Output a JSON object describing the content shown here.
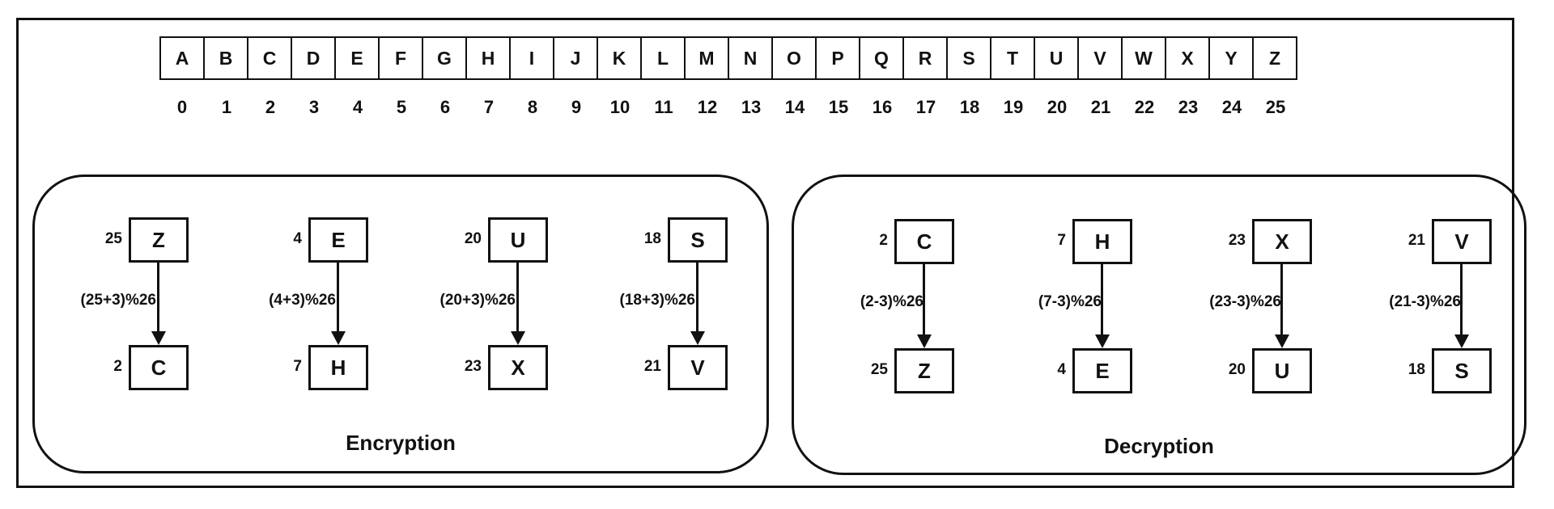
{
  "alphabet": {
    "letters": [
      "A",
      "B",
      "C",
      "D",
      "E",
      "F",
      "G",
      "H",
      "I",
      "J",
      "K",
      "L",
      "M",
      "N",
      "O",
      "P",
      "Q",
      "R",
      "S",
      "T",
      "U",
      "V",
      "W",
      "X",
      "Y",
      "Z"
    ],
    "indices": [
      "0",
      "1",
      "2",
      "3",
      "4",
      "5",
      "6",
      "7",
      "8",
      "9",
      "10",
      "11",
      "12",
      "13",
      "14",
      "15",
      "16",
      "17",
      "18",
      "19",
      "20",
      "21",
      "22",
      "23",
      "24",
      "25"
    ]
  },
  "encryption": {
    "title": "Encryption",
    "steps": [
      {
        "in_num": "25",
        "in_letter": "Z",
        "formula": "(25+3)%26",
        "out_num": "2",
        "out_letter": "C"
      },
      {
        "in_num": "4",
        "in_letter": "E",
        "formula": "(4+3)%26",
        "out_num": "7",
        "out_letter": "H"
      },
      {
        "in_num": "20",
        "in_letter": "U",
        "formula": "(20+3)%26",
        "out_num": "23",
        "out_letter": "X"
      },
      {
        "in_num": "18",
        "in_letter": "S",
        "formula": "(18+3)%26",
        "out_num": "21",
        "out_letter": "V"
      }
    ]
  },
  "decryption": {
    "title": "Decryption",
    "steps": [
      {
        "in_num": "2",
        "in_letter": "C",
        "formula": "(2-3)%26",
        "out_num": "25",
        "out_letter": "Z"
      },
      {
        "in_num": "7",
        "in_letter": "H",
        "formula": "(7-3)%26",
        "out_num": "4",
        "out_letter": "E"
      },
      {
        "in_num": "23",
        "in_letter": "X",
        "formula": "(23-3)%26",
        "out_num": "20",
        "out_letter": "U"
      },
      {
        "in_num": "21",
        "in_letter": "V",
        "formula": "(21-3)%26",
        "out_num": "18",
        "out_letter": "S"
      }
    ]
  }
}
